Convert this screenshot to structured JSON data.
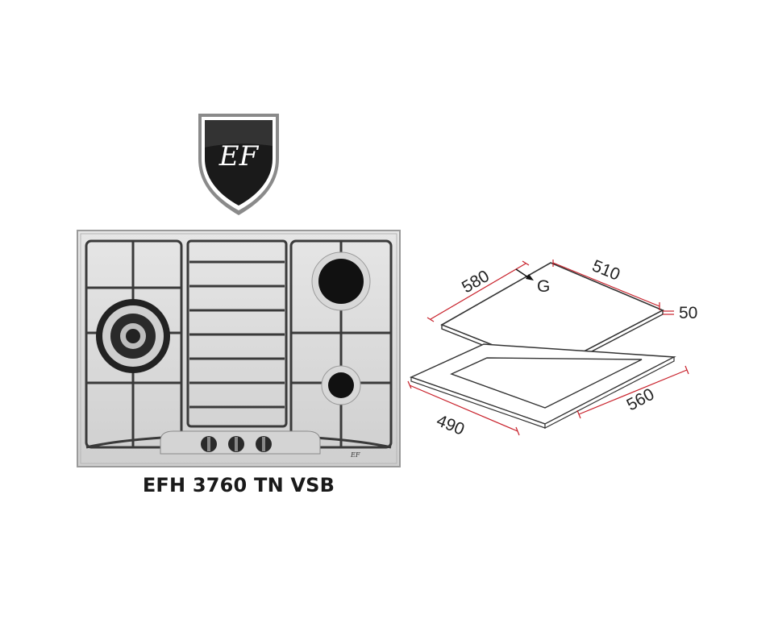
{
  "brand": {
    "logo_text": "EF",
    "name": "EF"
  },
  "product": {
    "model": "EFH 3760 TN VSB"
  },
  "colors": {
    "dimension_line": "#c8202a",
    "shield": "#1a1a1a",
    "steel": "#dcdcdc"
  },
  "dimensions": {
    "depth": "580",
    "width": "510",
    "height": "50",
    "cutout_depth": "490",
    "cutout_width": "560",
    "gas_label": "G"
  },
  "controls": {
    "knob_count": 3
  }
}
